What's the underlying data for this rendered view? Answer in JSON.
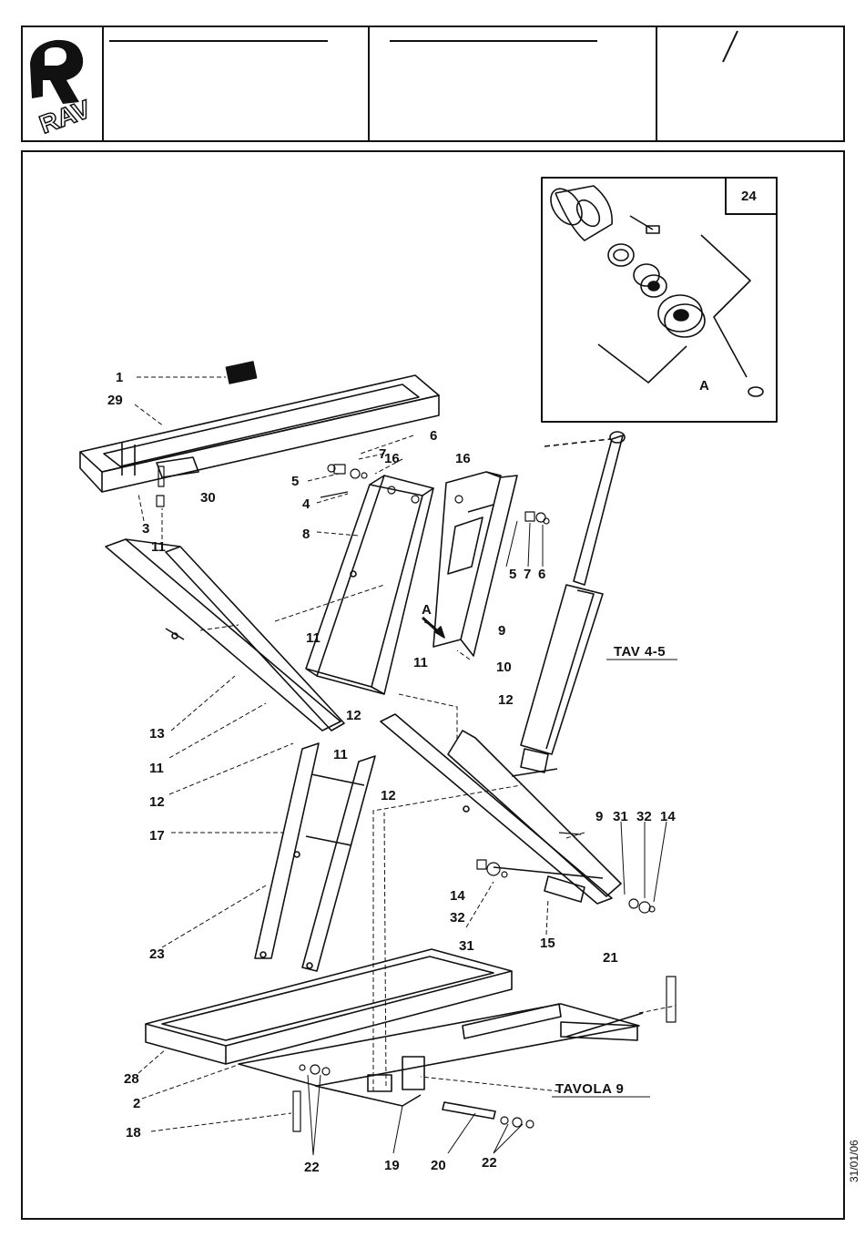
{
  "header": {
    "logo_text": "RAV",
    "title_field_1": "",
    "title_field_2": "",
    "page_mark": "/"
  },
  "date_stamp": "31/01/06",
  "inset": {
    "number": "24",
    "detail_label": "A"
  },
  "detail_marker": "A",
  "references": {
    "tav_4_5": "TAV 4-5",
    "tavola_9": "TAVOLA  9"
  },
  "callouts": [
    "1",
    "29",
    "6",
    "7",
    "16",
    "16",
    "5",
    "4",
    "30",
    "3",
    "11",
    "8",
    "5",
    "7",
    "6",
    "9",
    "A",
    "10",
    "11",
    "11",
    "13",
    "11",
    "12",
    "12",
    "11",
    "12",
    "12",
    "17",
    "9",
    "31",
    "32",
    "14",
    "14",
    "32",
    "31",
    "15",
    "23",
    "21",
    "28",
    "2",
    "18",
    "22",
    "19",
    "20",
    "22"
  ]
}
